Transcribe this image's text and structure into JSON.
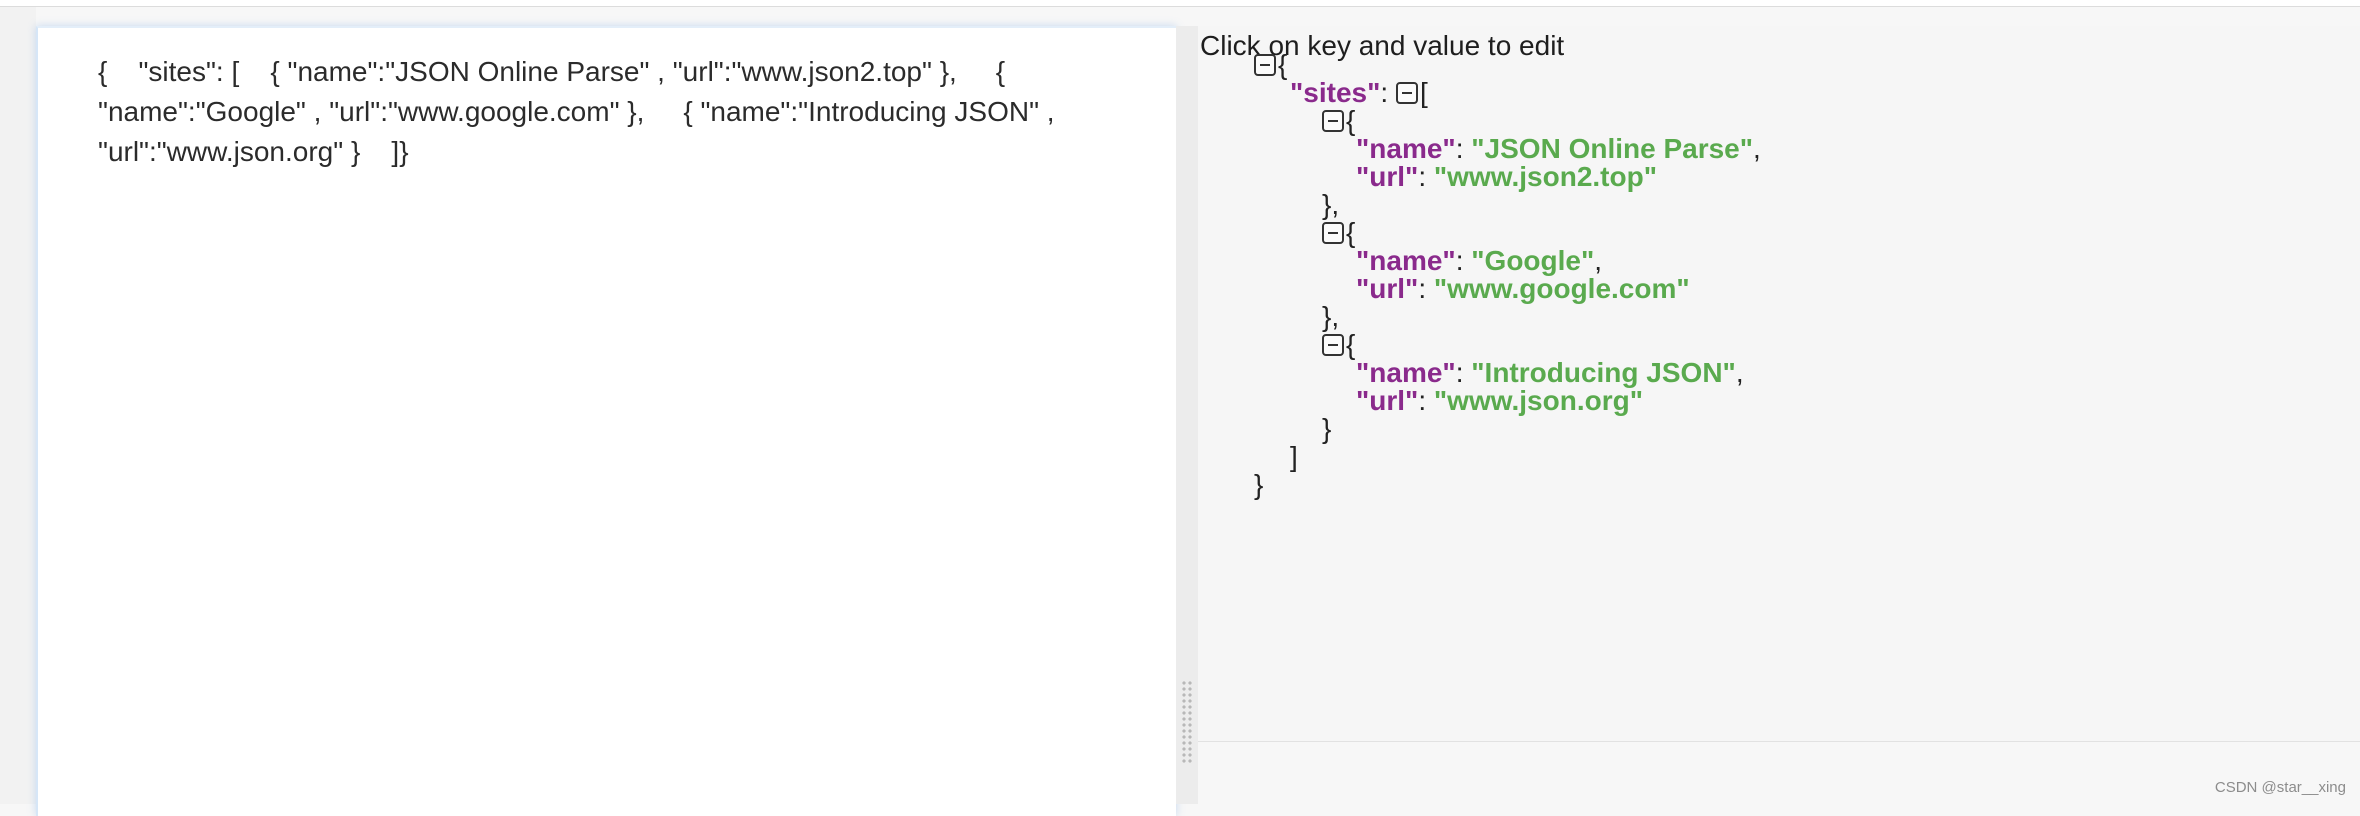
{
  "editor": {
    "text": "{    \"sites\": [    { \"name\":\"JSON Online Parse\" , \"url\":\"www.json2.top\" },     { \"name\":\"Google\" , \"url\":\"www.google.com\" },     { \"name\":\"Introducing JSON\" , \"url\":\"www.json.org\" }    ]}"
  },
  "viewer": {
    "hint": "Click on key and value to edit",
    "root_open": "{",
    "root_close": "}",
    "sites_key": "\"sites\"",
    "sites_open": "[",
    "sites_close": "]",
    "items": [
      {
        "open": "{",
        "name_key": "\"name\"",
        "name_value": "\"JSON Online Parse\"",
        "url_key": "\"url\"",
        "url_value": "\"www.json2.top\"",
        "close": "},"
      },
      {
        "open": "{",
        "name_key": "\"name\"",
        "name_value": "\"Google\"",
        "url_key": "\"url\"",
        "url_value": "\"www.google.com\"",
        "close": "},"
      },
      {
        "open": "{",
        "name_key": "\"name\"",
        "name_value": "\"Introducing JSON\"",
        "url_key": "\"url\"",
        "url_value": "\"www.json.org\"",
        "close": "}"
      }
    ]
  },
  "footer": {
    "watermark": "CSDN @star__xing"
  },
  "colors": {
    "key": "#8a2a8c",
    "value": "#5aaa4e",
    "text": "#222222"
  },
  "icons": {
    "toggle": "collapse-minus-icon"
  }
}
